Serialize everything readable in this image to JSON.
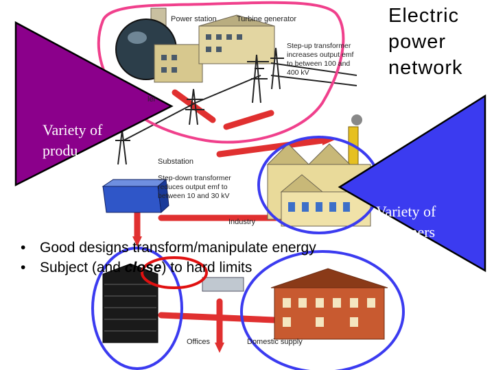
{
  "title": [
    "Electric",
    "power",
    "network"
  ],
  "diagram_labels": {
    "power_station": "Power station",
    "turbine_generator": "Turbine generator",
    "step_up": [
      "Step-up transformer",
      "increases output emf",
      "to between 100 and",
      "400 kV"
    ],
    "boiler_fragment": "ler",
    "substation": "Substation",
    "step_down": [
      "Step-down transformer",
      "reduces output emf to",
      "between 10 and 30 kV"
    ],
    "industry": "Industry",
    "offices": "Offices",
    "domestic_supply": "Domestic supply"
  },
  "producers_label": [
    "Variety of",
    "produ"
  ],
  "consumers_label": [
    "Variety of",
    "consumers"
  ],
  "bullets": [
    {
      "text": "Good designs transform/manipulate energy"
    },
    {
      "before": "Subject (and ",
      "emph": "close",
      "after": ") to hard limits"
    }
  ],
  "colors": {
    "producer_triangle": "#8b008b",
    "consumer_triangle": "#3b3bf0",
    "pink_outline": "#f0408c",
    "blue_outline": "#3b3bf0",
    "red_outline": "#e01010",
    "flow_arrows": "#e03030"
  }
}
